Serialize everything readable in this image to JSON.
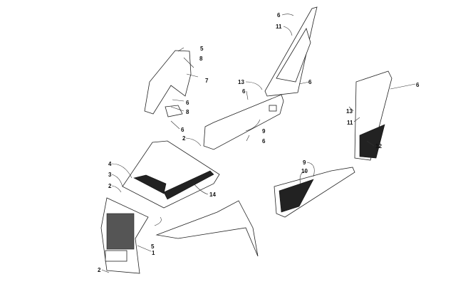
{
  "callouts": [
    "6",
    "11",
    "5",
    "8",
    "7",
    "13",
    "6",
    "6",
    "6",
    "8",
    "6",
    "2",
    "9",
    "6",
    "6",
    "13",
    "11",
    "12",
    "9",
    "10",
    "4",
    "3",
    "2",
    "14",
    "5",
    "1",
    "2"
  ]
}
